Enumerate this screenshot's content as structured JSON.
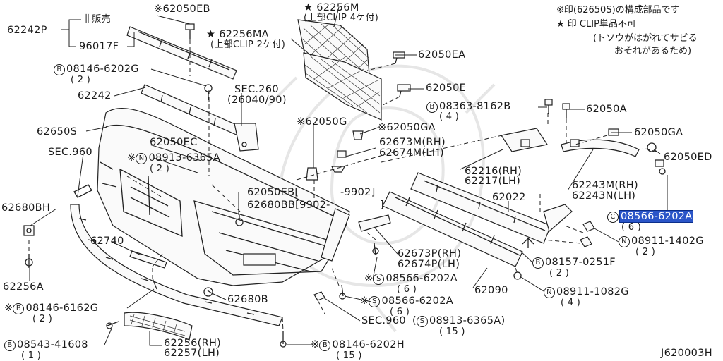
{
  "diagram_id": "J620003H",
  "notes": {
    "asterisk": "※印(62650S)の構成部品です",
    "star": "★ 印 CLIP単品不可",
    "star_detail_1": "(トソウがはがれてサビる",
    "star_detail_2": "おそれがあるため)"
  },
  "labels": {
    "p62242P": "62242P",
    "hihanbai": "非販売",
    "p96017F": "96017F",
    "p62050EB_top": "※62050EB",
    "p62256M": "★ 62256M",
    "p62256M_sub": "(上部CLIP 4ケ付)",
    "p62256MA": "★ 62256MA",
    "p62256MA_sub": "(上部CLIP 2ケ付)",
    "p08146_6202G": "08146-6202G",
    "p08146_6202G_qty": "( 2 )",
    "p62050EA": "62050EA",
    "p62050E": "62050E",
    "sec260": "SEC.260",
    "sec260_sub": "(26040/90)",
    "p62242": "62242",
    "p08363_8162B": "08363-8162B",
    "p08363_8162B_qty": "( 4 )",
    "p62050A": "62050A",
    "p62650S": "62650S",
    "p62050G": "※62050G",
    "p62050GA_mid": "※62050GA",
    "p62050GA_right": "62050GA",
    "p62050EC": "62050EC",
    "sec960_top": "SEC.960",
    "p08913_6365A_top": "08913-6365A",
    "p08913_6365A_top_qty": "( 2 )",
    "p62673M": "62673M(RH)",
    "p62674M": "62674M(LH)",
    "p62050ED": "62050ED",
    "p62216": "62216(RH)",
    "p62217": "62217(LH)",
    "p62243M": "62243M(RH)",
    "p62243N": "62243N(LH)",
    "p9902_end": "-9902]",
    "p62050EB_mid": "62050EB[",
    "p62680BB": "62680BB[9902-",
    "p62680BB_end": "]",
    "p62022": "62022",
    "p62680BH": "62680BH",
    "p08566_6202A_right": "08566-6202A",
    "p08566_6202A_right_qty": "( 6 )",
    "p08911_1402G": "08911-1402G",
    "p08911_1402G_qty": "( 2 )",
    "p62740": "62740",
    "p62673P": "62673P(RH)",
    "p62674P": "62674P(LH)",
    "p08157_0251F": "08157-0251F",
    "p08157_0251F_qty": "( 2 )",
    "p62256A": "62256A",
    "p08566_6202A_mid": "※ 08566-6202A",
    "p08566_6202A_mid_qty": "( 6 )",
    "p62090": "62090",
    "p62680B": "62680B",
    "p08911_1082G": "08911-1082G",
    "p08911_1082G_qty": "( 4 )",
    "p08146_6162G": "08146-6162G",
    "p08146_6162G_qty": "( 2 )",
    "p08566_6202A_low": "08566-6202A",
    "p08566_6202A_low_qty": "( 6 )",
    "sec960_low": "SEC.960",
    "p08913_6365A_low": "08913-6365A)",
    "p08913_6365A_low_qty": "( 15 )",
    "p08543_41608": "08543-41608",
    "p08543_41608_qty": "( 1 )",
    "p62256": "62256(RH)",
    "p62257": "62257(LH)",
    "p08146_6202H": "08146-6202H",
    "p08146_6202H_qty": "( 15 )"
  },
  "symbols": {
    "B": "B",
    "N": "N",
    "S": "S",
    "C": "C",
    "ref": "※"
  },
  "highlight_color": "#2a55c8"
}
